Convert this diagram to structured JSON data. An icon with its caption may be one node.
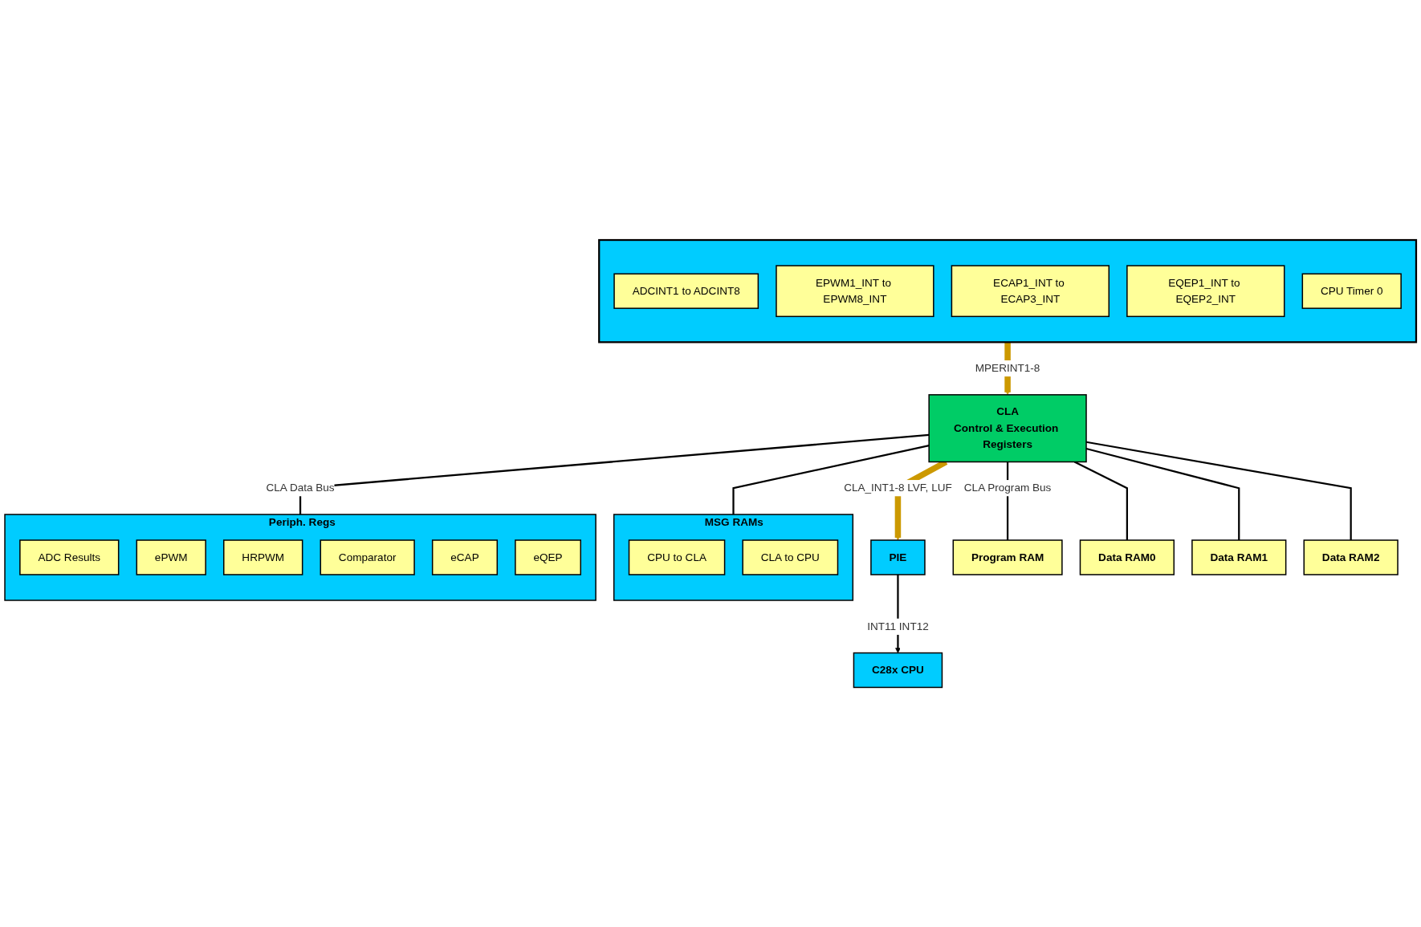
{
  "diagram": {
    "nodes": [
      {
        "text": [],
        "shape": "box"
      },
      {
        "text": [
          "ADCINT1 to ADCINT8"
        ],
        "in": 0
      },
      {
        "text": [
          "EPWM1_INT to EPWM8_INT"
        ],
        "in": 0
      },
      {
        "text": [
          "ECAP1_INT to ECAP3_INT"
        ],
        "in": 0
      },
      {
        "text": [
          "EQEP1_INT to EQEP2_INT"
        ],
        "in": 0
      },
      {
        "text": [
          "CPU Timer 0"
        ],
        "in": 0
      },
      {
        "text": [
          "CLA",
          "Control & Execution Registers"
        ]
      },
      {
        "text": [
          "PIE"
        ]
      },
      {
        "text": [
          "C28x CPU"
        ]
      },
      {
        "text": [
          "Program RAM"
        ]
      },
      {
        "text": [
          "Data RAM0"
        ]
      },
      {
        "text": [
          "Data RAM1"
        ]
      },
      {
        "text": [
          "Data RAM2"
        ]
      },
      {
        "text": [
          "MSG RAMs"
        ]
      },
      {
        "text": [
          "CPU to CLA"
        ],
        "in": 13
      },
      {
        "text": [
          "CLA to CPU"
        ],
        "in": 13
      },
      {
        "text": [
          "Periph. Regs"
        ]
      },
      {
        "text": [
          "ADC Results"
        ],
        "in": 16
      },
      {
        "text": [
          "ePWM"
        ],
        "in": 16
      },
      {
        "text": [
          "HRPWM"
        ],
        "in": 16
      },
      {
        "text": [
          "Comparator"
        ],
        "in": 16
      },
      {
        "text": [
          "eCAP"
        ],
        "in": 16
      },
      {
        "text": [
          "eQEP"
        ],
        "in": 16
      }
    ],
    "edges": [
      {
        "from": 0,
        "to": 6,
        "arrow": "to",
        "label": "MPERINT1-8",
        "style": "thick",
        "color": "#cc9900"
      },
      {
        "from": 6,
        "to": 7,
        "arrow": "to",
        "label": "CLA_INT1-8 LVF, LUF",
        "style": "thick",
        "color": "#cc9900"
      },
      {
        "from": 7,
        "to": 8,
        "arrow": "to",
        "label": "INT11 INT12"
      },
      {
        "from": 6,
        "to": 9,
        "arrow": "none",
        "label": "CLA Program Bus"
      },
      {
        "from": 6,
        "to": 10,
        "arrow": "none"
      },
      {
        "from": 6,
        "to": 11,
        "arrow": "none"
      },
      {
        "from": 6,
        "to": 12,
        "arrow": "none"
      },
      {
        "from": 6,
        "to": 13,
        "arrow": "none"
      },
      {
        "from": 6,
        "to": 16,
        "arrow": "none",
        "label": "CLA Data Bus"
      }
    ]
  }
}
